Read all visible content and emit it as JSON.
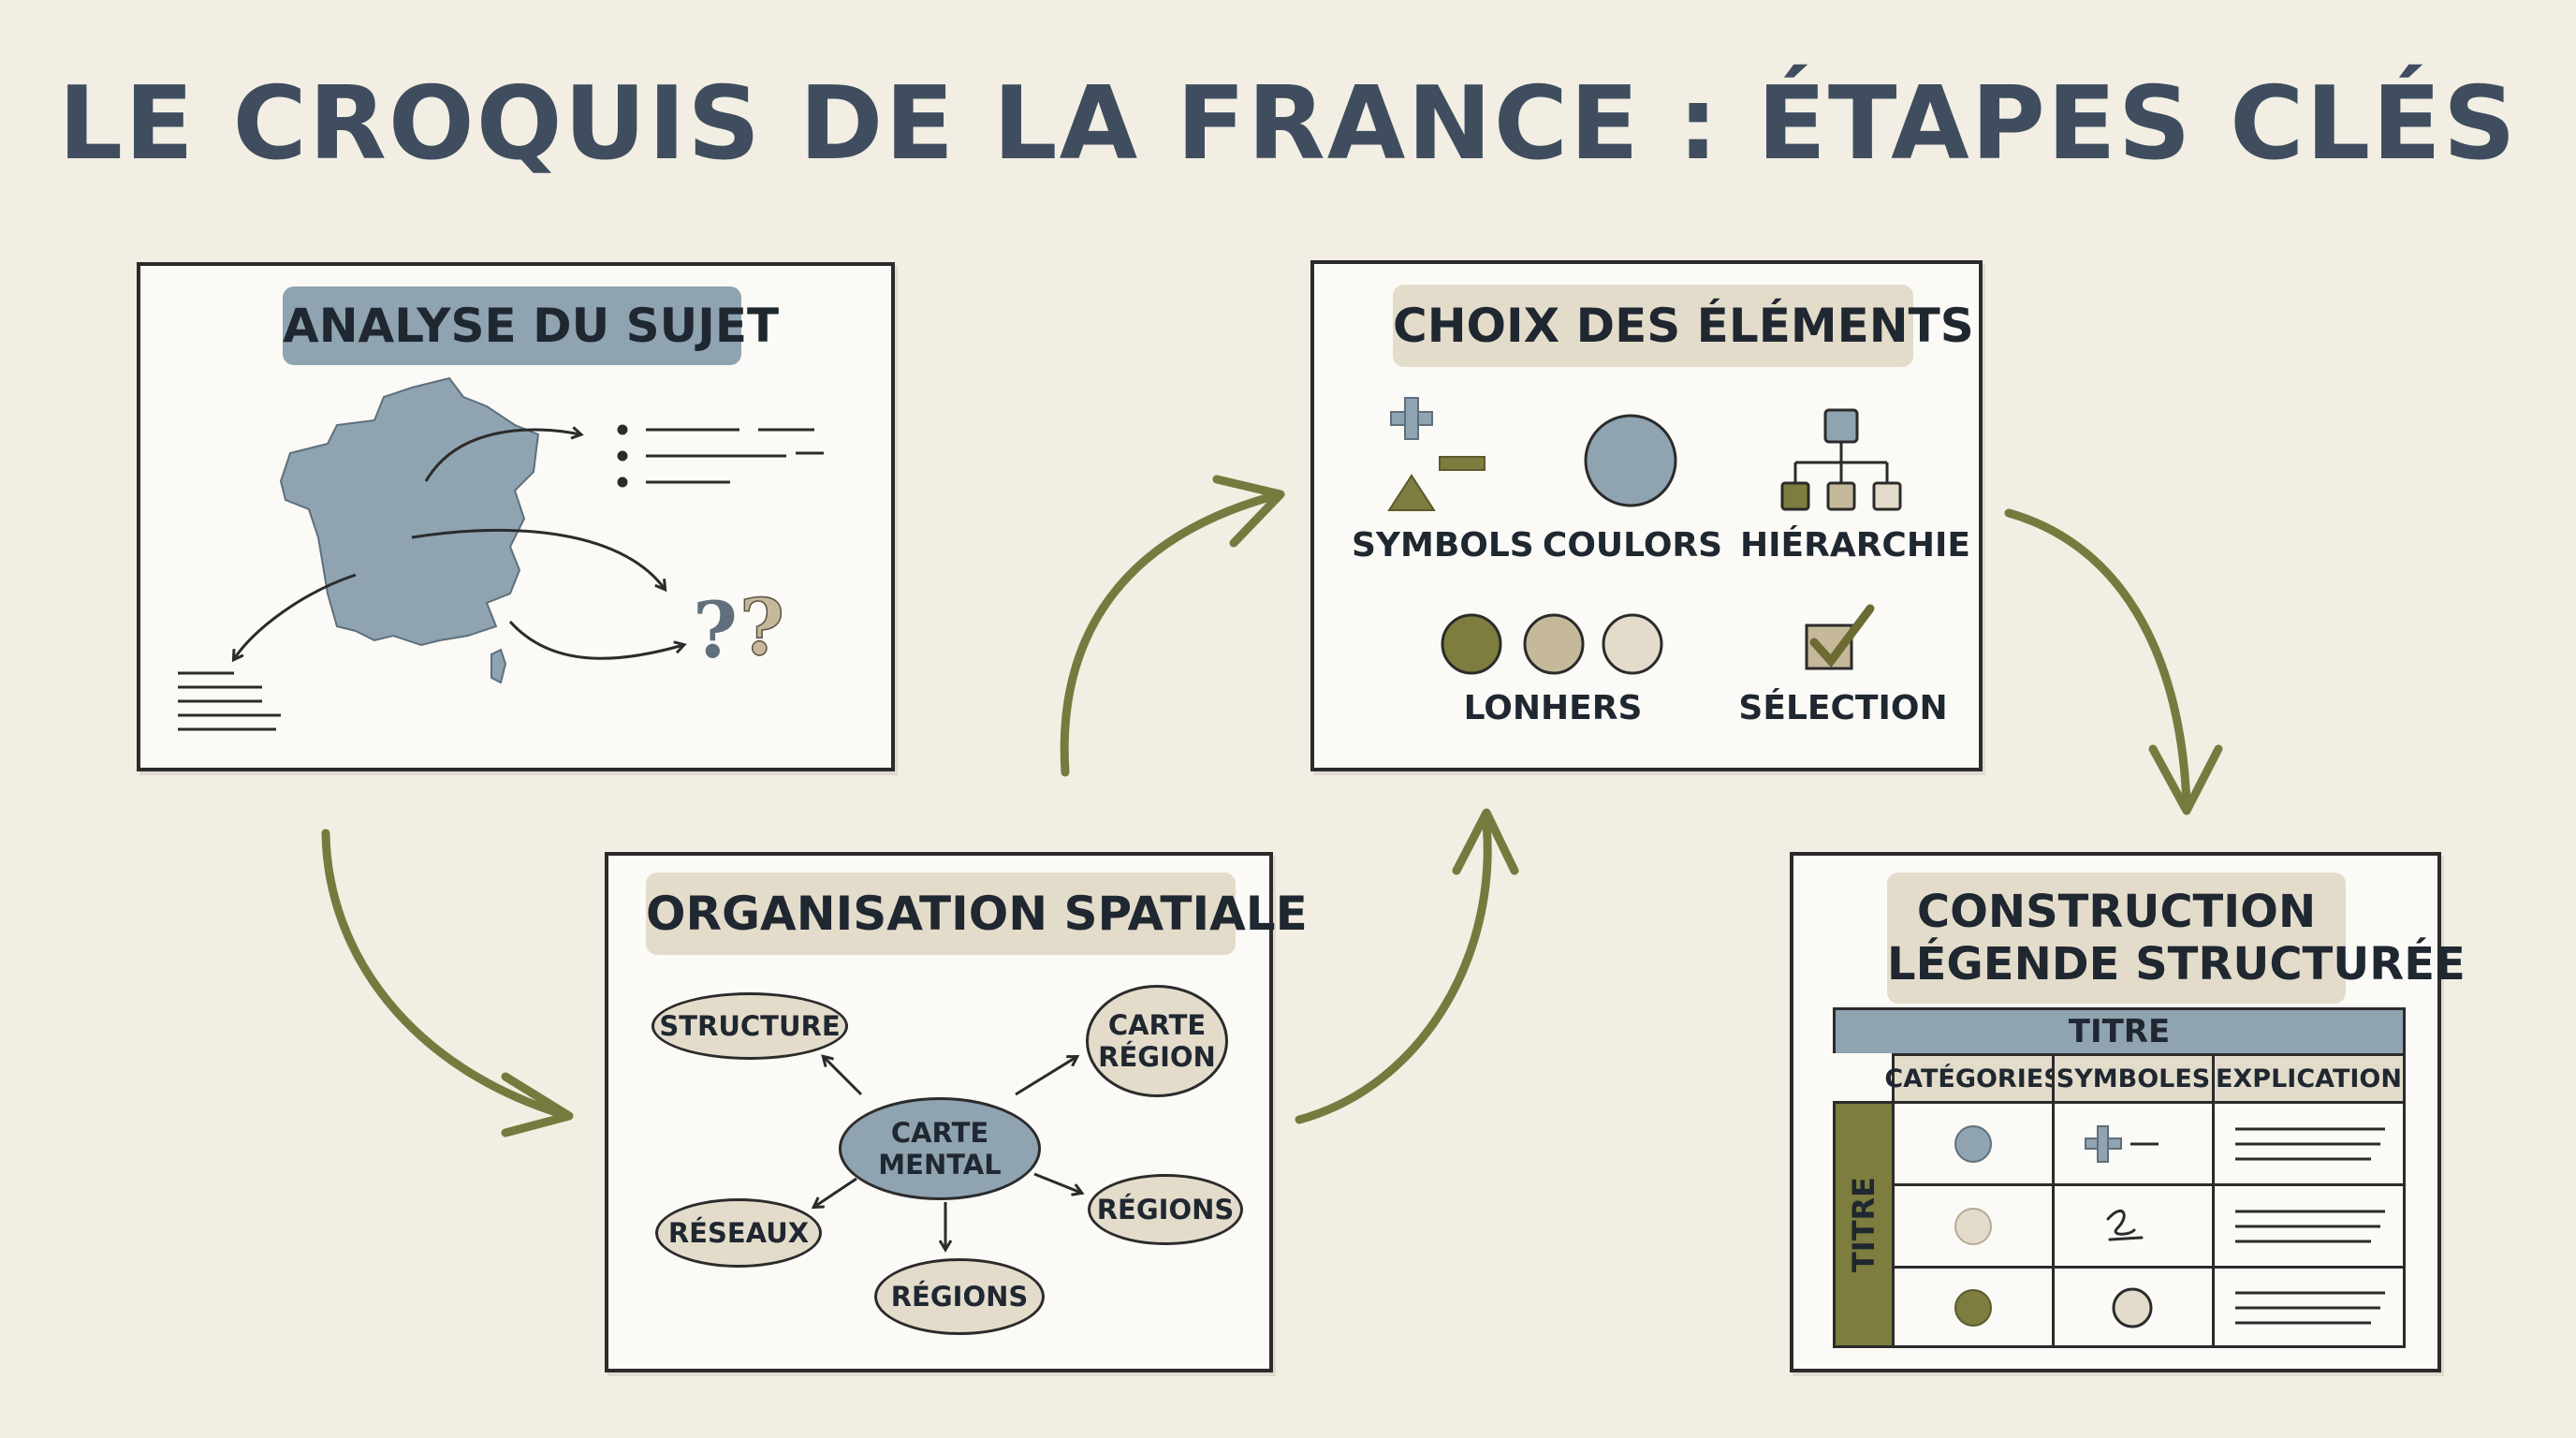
{
  "title": "LE CROQUIS DE LA FRANCE : ÉTAPES CLÉS",
  "panel1": {
    "heading": "ANALYSE DU SUJET"
  },
  "panel2": {
    "heading": "ORGANISATION SPATIALE",
    "center": "CARTE\nMENTAL",
    "nodes": {
      "structure": "STRUCTURE",
      "carte_region": "CARTE\nRÉGION",
      "regions_right": "RÉGIONS",
      "regions_bottom": "RÉGIONS",
      "reseaux": "RÉSEAUX"
    }
  },
  "panel3": {
    "heading": "CHOIX DES ÉLÉMENTS",
    "items": {
      "symbols": "SYMBOLS",
      "coulors": "COULORS",
      "hierarchie": "HIÉRARCHIE",
      "lonhers": "LONHERS",
      "selection": "SÉLECTION"
    }
  },
  "panel4": {
    "heading_line1": "CONSTRUCTION",
    "heading_line2": "LÉGENDE STRUCTURÉE",
    "table_title": "TITRE",
    "side_title": "TITRE",
    "columns": [
      "CATÉGORIES",
      "SYMBOLES",
      "EXPLICATION"
    ]
  },
  "colors": {
    "background": "#f2eee3",
    "slate_blue": "#8fa3b1",
    "beige": "#e4dccb",
    "olive": "#7d7d3f",
    "tan": "#c6b89b",
    "arrow": "#767a3e"
  }
}
